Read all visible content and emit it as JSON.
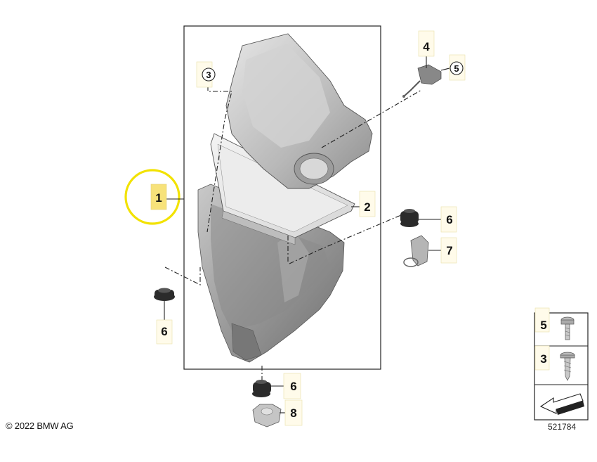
{
  "callouts": {
    "c1": "1",
    "c2": "2",
    "c3": "3",
    "c4": "4",
    "c5": "5",
    "c6a": "6",
    "c6b": "6",
    "c6c": "6",
    "c7": "7",
    "c8": "8"
  },
  "legend": {
    "item1": "5",
    "item2": "3"
  },
  "copyright": "© 2022 BMW AG",
  "reference_number": "521784",
  "colors": {
    "highlight_ring": "#f2e200",
    "highlight_fill": "#f7e27a"
  }
}
